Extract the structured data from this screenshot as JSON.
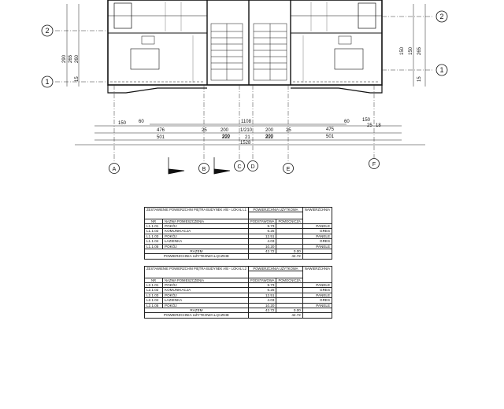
{
  "plan": {
    "axes": {
      "rows": [
        "2",
        "1",
        "2",
        "1"
      ],
      "columns": [
        "A",
        "B",
        "C",
        "D",
        "E",
        "F"
      ]
    },
    "dims": {
      "bottom_chain1": [
        "150",
        "60",
        "25",
        "200",
        "1/210",
        "200",
        "25",
        "60",
        "150"
      ],
      "bottom_chain2": [
        "476",
        "200",
        "200",
        "475"
      ],
      "bottom_chain3": [
        "501",
        "222",
        "21",
        "222",
        "501"
      ],
      "total_inner": "1108",
      "total_outer": "1528",
      "right_labels": [
        "60",
        "150",
        "25",
        "18"
      ],
      "left_vertical": [
        "290",
        "265",
        "260",
        "15"
      ],
      "right_vertical": [
        "150",
        "150",
        "265",
        "15"
      ]
    }
  },
  "table1": {
    "title": "ZESTAWIENIE POWIERZCHNI PIĘTRA BUDYNEK A/B - LOKAL L1",
    "col_area": "POWIERZCHNIA UŻYTKOWA",
    "col_finish": "NAWIERZCHNIA",
    "col_nr": "NR",
    "col_name": "NAZWA POMIESZCZENIA",
    "col_basic": "PODSTAWOWA",
    "col_aux": "POMOCNICZA",
    "rows": [
      {
        "nr": "L1.1.01",
        "name": "POKÓJ",
        "basic": "9.73",
        "aux": "",
        "finish": "PANELE"
      },
      {
        "nr": "L1.1.02",
        "name": "KOMUNIKACJA",
        "basic": "6.25",
        "aux": "",
        "finish": "GRES"
      },
      {
        "nr": "L1.1.03",
        "name": "POKÓJ",
        "basic": "12.51",
        "aux": "",
        "finish": "PANELE"
      },
      {
        "nr": "L1.1.04",
        "name": "ŁAZIENKA",
        "basic": "4.03",
        "aux": "",
        "finish": "GRES"
      },
      {
        "nr": "L1.1.05",
        "name": "POKÓJ",
        "basic": "10.20",
        "aux": "",
        "finish": "PANELE"
      }
    ],
    "sum_label": "RAZEM",
    "sum_basic": "42.72",
    "sum_aux": "0.00",
    "total_label": "POWIERZCHNIA UŻYTKOWA ŁĄCZNIE",
    "total_value": "42.72"
  },
  "table2": {
    "title": "ZESTAWIENIE POWIERZCHNI PIĘTRA BUDYNEK A/B - LOKAL L2",
    "col_area": "POWIERZCHNIA UŻYTKOWA",
    "col_finish": "NAWIERZCHNIA",
    "col_nr": "NR",
    "col_name": "NAZWA POMIESZCZENIA",
    "col_basic": "PODSTAWOWA",
    "col_aux": "POMOCNICZA",
    "rows": [
      {
        "nr": "L2.1.01",
        "name": "POKÓJ",
        "basic": "9.73",
        "aux": "",
        "finish": "PANELE"
      },
      {
        "nr": "L2.1.02",
        "name": "KOMUNIKACJA",
        "basic": "6.25",
        "aux": "",
        "finish": "GRES"
      },
      {
        "nr": "L2.1.03",
        "name": "POKÓJ",
        "basic": "12.51",
        "aux": "",
        "finish": "PANELE"
      },
      {
        "nr": "L2.1.04",
        "name": "ŁAZIENKA",
        "basic": "4.03",
        "aux": "",
        "finish": "GRES"
      },
      {
        "nr": "L2.1.05",
        "name": "POKÓJ",
        "basic": "10.20",
        "aux": "",
        "finish": "PANELE"
      }
    ],
    "sum_label": "RAZEM",
    "sum_basic": "42.72",
    "sum_aux": "0.00",
    "total_label": "POWIERZCHNIA UŻYTKOWA ŁĄCZNIE",
    "total_value": "42.72"
  }
}
